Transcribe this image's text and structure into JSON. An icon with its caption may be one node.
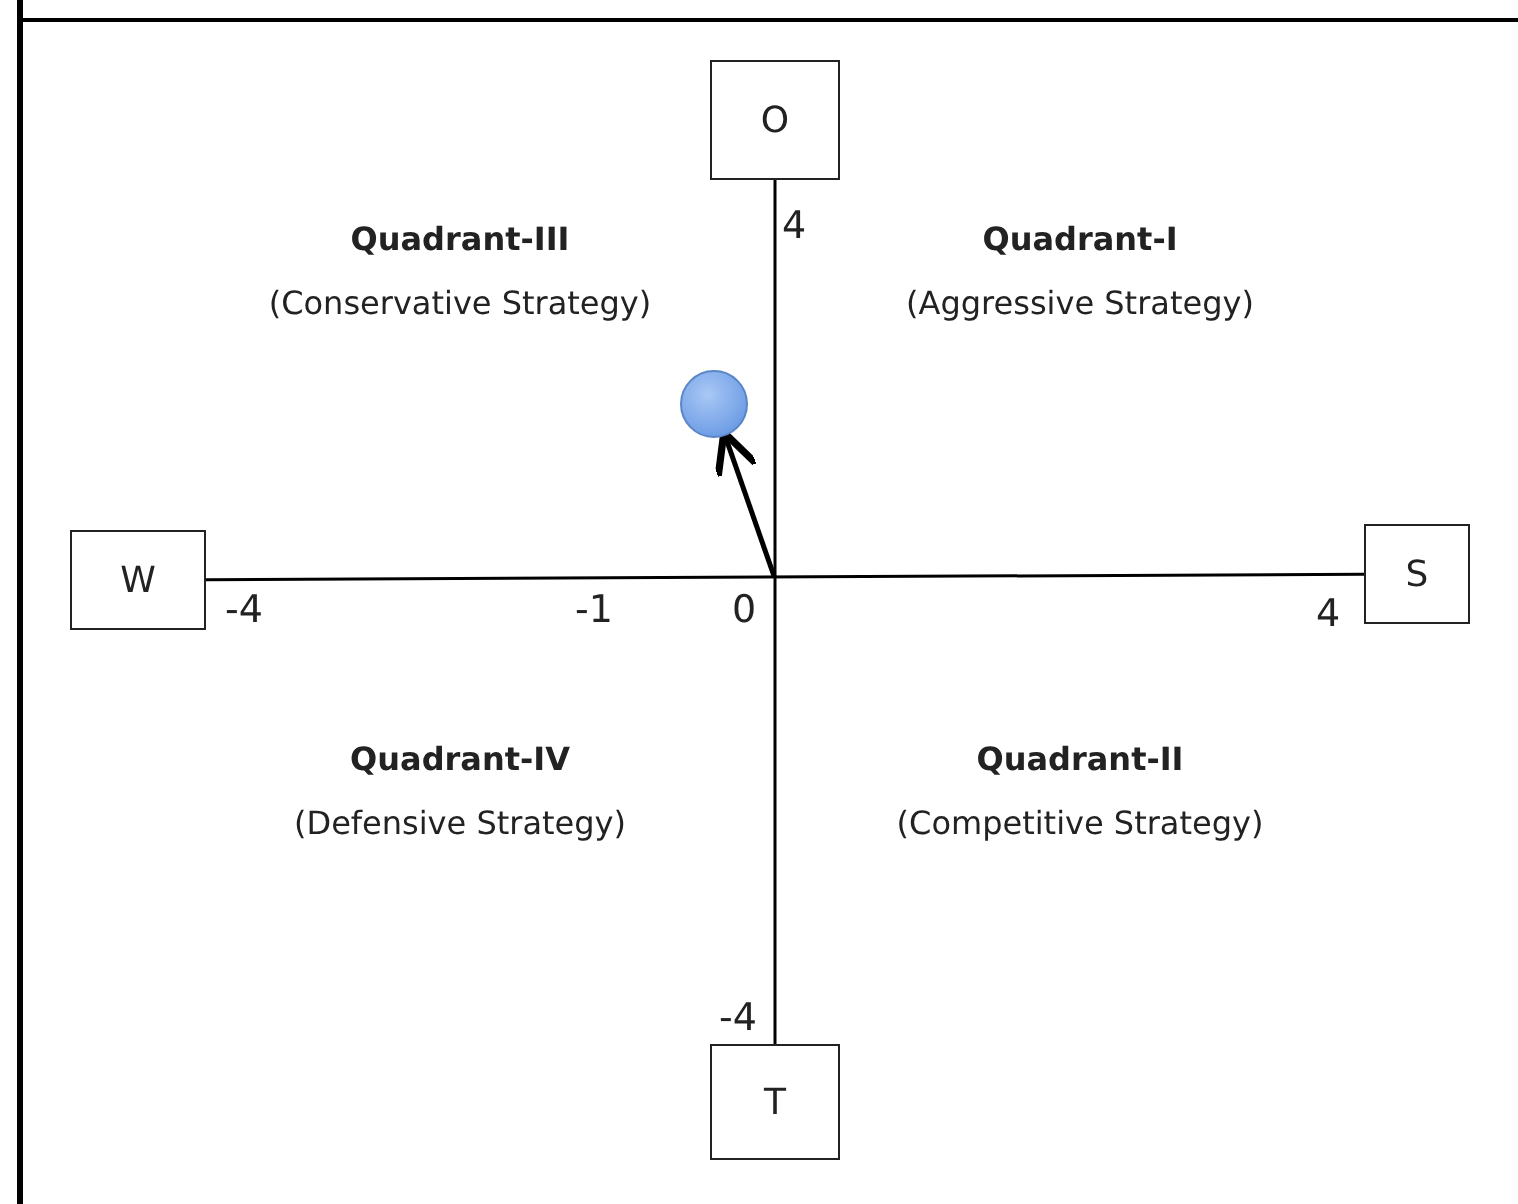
{
  "diagram": {
    "nodes": [
      {
        "text": [
          "O"
        ]
      },
      {
        "text": [
          "W"
        ]
      },
      {
        "text": [
          "S"
        ]
      },
      {
        "text": [
          "T"
        ]
      },
      {
        "text": [],
        "shape": "circle"
      }
    ],
    "edges": [
      {
        "from": 0,
        "to": 3,
        "arrow": "none"
      },
      {
        "from": 1,
        "to": 2,
        "arrow": "none"
      },
      {
        "from": null,
        "to": 4,
        "arrow": "to"
      }
    ],
    "labels": [
      "4",
      "Quadrant-III",
      "(Conservative Strategy)",
      "Quadrant-I",
      "(Aggressive Strategy)",
      "-4",
      "-1",
      "0",
      "4",
      "Quadrant-IV",
      "(Defensive Strategy)",
      "Quadrant-II",
      "(Competitive Strategy)",
      "-4"
    ]
  }
}
